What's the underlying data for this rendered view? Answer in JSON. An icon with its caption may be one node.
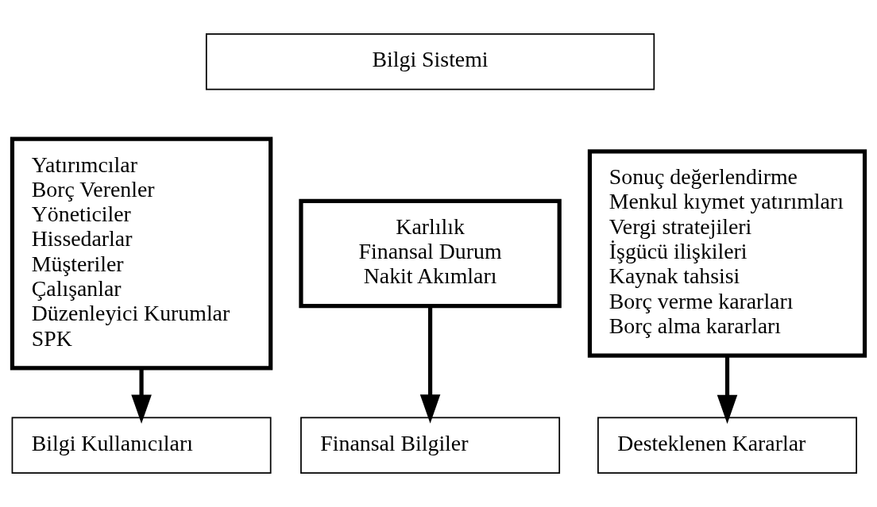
{
  "diagram": {
    "nodes": [
      {
        "text": [
          "Bilgi Sistemi"
        ]
      },
      {
        "text": [
          "Yatırımcılar",
          "Borç Verenler",
          "Yöneticiler",
          "Hissedarlar",
          "Müşteriler",
          "Çalışanlar",
          "Düzenleyici Kurumlar",
          "SPK"
        ]
      },
      {
        "text": [
          "Karlılık",
          "Finansal Durum",
          "Nakit Akımları"
        ]
      },
      {
        "text": [
          "Sonuç değerlendirme",
          "Menkul kıymet yatırımları",
          "Vergi stratejileri",
          "İşgücü ilişkileri",
          "Kaynak tahsisi",
          "Borç verme kararları",
          "Borç alma kararları"
        ]
      },
      {
        "text": [
          "Bilgi Kullanıcıları"
        ]
      },
      {
        "text": [
          "Finansal Bilgiler"
        ]
      },
      {
        "text": [
          "Desteklenen Kararlar"
        ]
      }
    ],
    "edges": [
      {
        "from": 1,
        "to": 4,
        "arrow": "to"
      },
      {
        "from": 2,
        "to": 5,
        "arrow": "to"
      },
      {
        "from": 3,
        "to": 6,
        "arrow": "to"
      }
    ]
  }
}
